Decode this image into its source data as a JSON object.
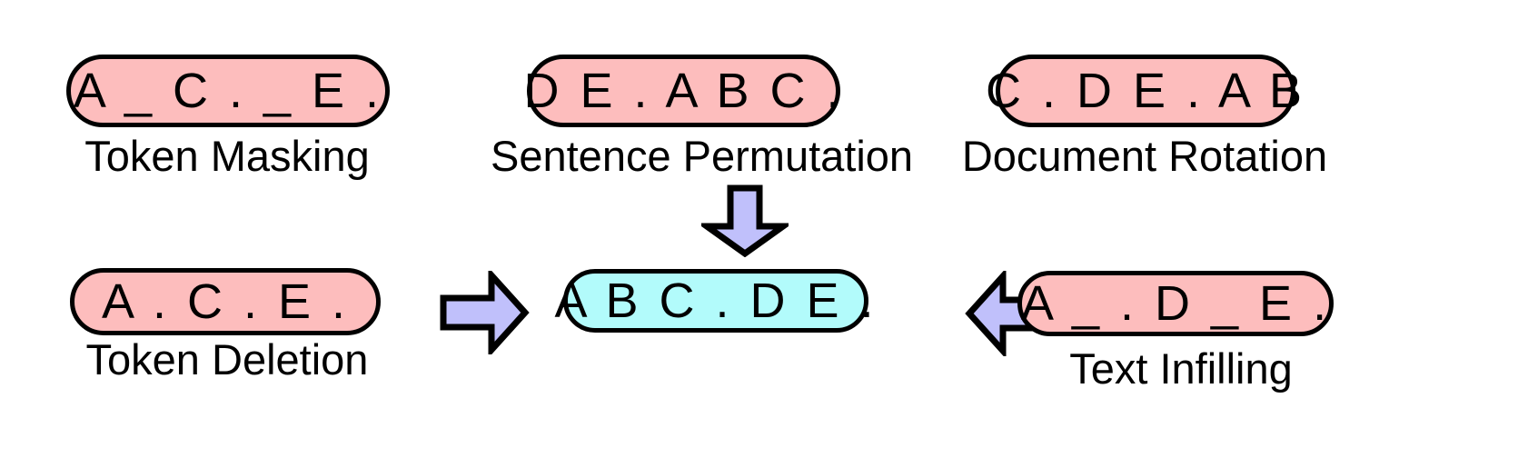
{
  "figure": {
    "title": "",
    "background_color": "#ffffff",
    "colors": {
      "noise_pill_fill": "#FDBDBD",
      "output_pill_fill": "#B2FBFB",
      "arrow_fill": "#C0C0FB",
      "outline": "#000000",
      "text": "#000000"
    }
  },
  "nodes": {
    "token_masking": {
      "text": "A _ C . _ E .",
      "caption": "Token Masking",
      "fill": "#FDBDBD"
    },
    "sentence_permutation": {
      "text": "D E . A B C .",
      "caption": "Sentence Permutation",
      "fill": "#FDBDBD"
    },
    "document_rotation": {
      "text": "C . D E . A B",
      "caption": "Document Rotation",
      "fill": "#FDBDBD"
    },
    "token_deletion": {
      "text": "A . C . E .",
      "caption": "Token Deletion",
      "fill": "#FDBDBD"
    },
    "text_infilling": {
      "text": "A _ . D _ E .",
      "caption": "Text Infilling",
      "fill": "#FDBDBD"
    },
    "output": {
      "text": "A B C . D E .",
      "caption": "",
      "fill": "#B2FBFB"
    }
  },
  "arrows": [
    {
      "name": "arrow-down",
      "direction": "down",
      "from": "sentence_permutation",
      "to": "output",
      "fill": "#C0C0FB"
    },
    {
      "name": "arrow-right",
      "direction": "right",
      "from": "token_deletion",
      "to": "output",
      "fill": "#C0C0FB"
    },
    {
      "name": "arrow-left",
      "direction": "left",
      "from": "text_infilling",
      "to": "output",
      "fill": "#C0C0FB"
    }
  ]
}
